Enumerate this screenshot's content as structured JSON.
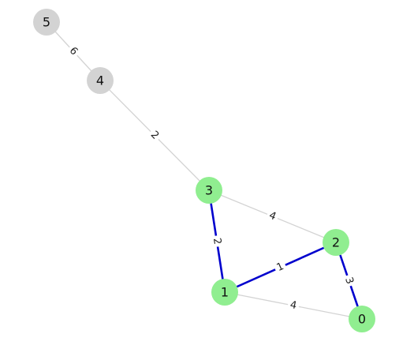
{
  "colors": {
    "visited_node": "#90ee90",
    "unvisited_node": "#d3d3d3",
    "tree_edge": "#0000cd",
    "other_edge": "#d3d3d3"
  },
  "nodes": [
    {
      "id": "0",
      "label": "0",
      "state": "visited"
    },
    {
      "id": "1",
      "label": "1",
      "state": "visited"
    },
    {
      "id": "2",
      "label": "2",
      "state": "visited"
    },
    {
      "id": "3",
      "label": "3",
      "state": "visited"
    },
    {
      "id": "4",
      "label": "4",
      "state": "unvisited"
    },
    {
      "id": "5",
      "label": "5",
      "state": "unvisited"
    }
  ],
  "edges": [
    {
      "source": "5",
      "target": "4",
      "weight": "6",
      "highlighted": false
    },
    {
      "source": "4",
      "target": "3",
      "weight": "2",
      "highlighted": false
    },
    {
      "source": "3",
      "target": "2",
      "weight": "4",
      "highlighted": false
    },
    {
      "source": "3",
      "target": "1",
      "weight": "2",
      "highlighted": true
    },
    {
      "source": "1",
      "target": "2",
      "weight": "1",
      "highlighted": true
    },
    {
      "source": "2",
      "target": "0",
      "weight": "3",
      "highlighted": true
    },
    {
      "source": "1",
      "target": "0",
      "weight": "4",
      "highlighted": false
    }
  ]
}
